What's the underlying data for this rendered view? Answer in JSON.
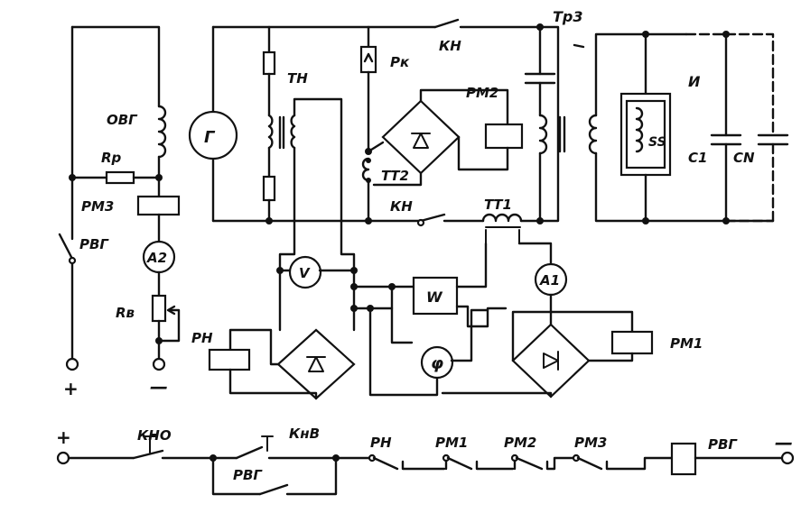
{
  "diagram": {
    "labels": {
      "ovg": "ОВГ",
      "rp": "Rр",
      "rm3": "РМ3",
      "rvg": "РВГ",
      "a2": "А2",
      "rv": "Rв",
      "rn": "РН",
      "plus": "+",
      "minus": "—",
      "g": "Г",
      "tn": "ТН",
      "pk": "Рк",
      "kn_top": "КН",
      "rm2": "РМ2",
      "tt2": "ТТ2",
      "kn_mid": "КН",
      "tt1": "ТТ1",
      "v": "V",
      "w": "W",
      "phi": "φ",
      "a1": "А1",
      "rm1": "РМ1",
      "tr3": "Тр3",
      "i": "И",
      "ss": "SS",
      "c1": "С1",
      "cn": "СN"
    },
    "control_circuit": {
      "plus": "+",
      "kno": "КНО",
      "knv": "КнВ",
      "rvg_contact": "РВГ",
      "rn": "РН",
      "rm1": "РМ1",
      "rm2": "РМ2",
      "rm3": "РМ3",
      "rvg_coil": "РВГ",
      "minus": "—"
    }
  }
}
